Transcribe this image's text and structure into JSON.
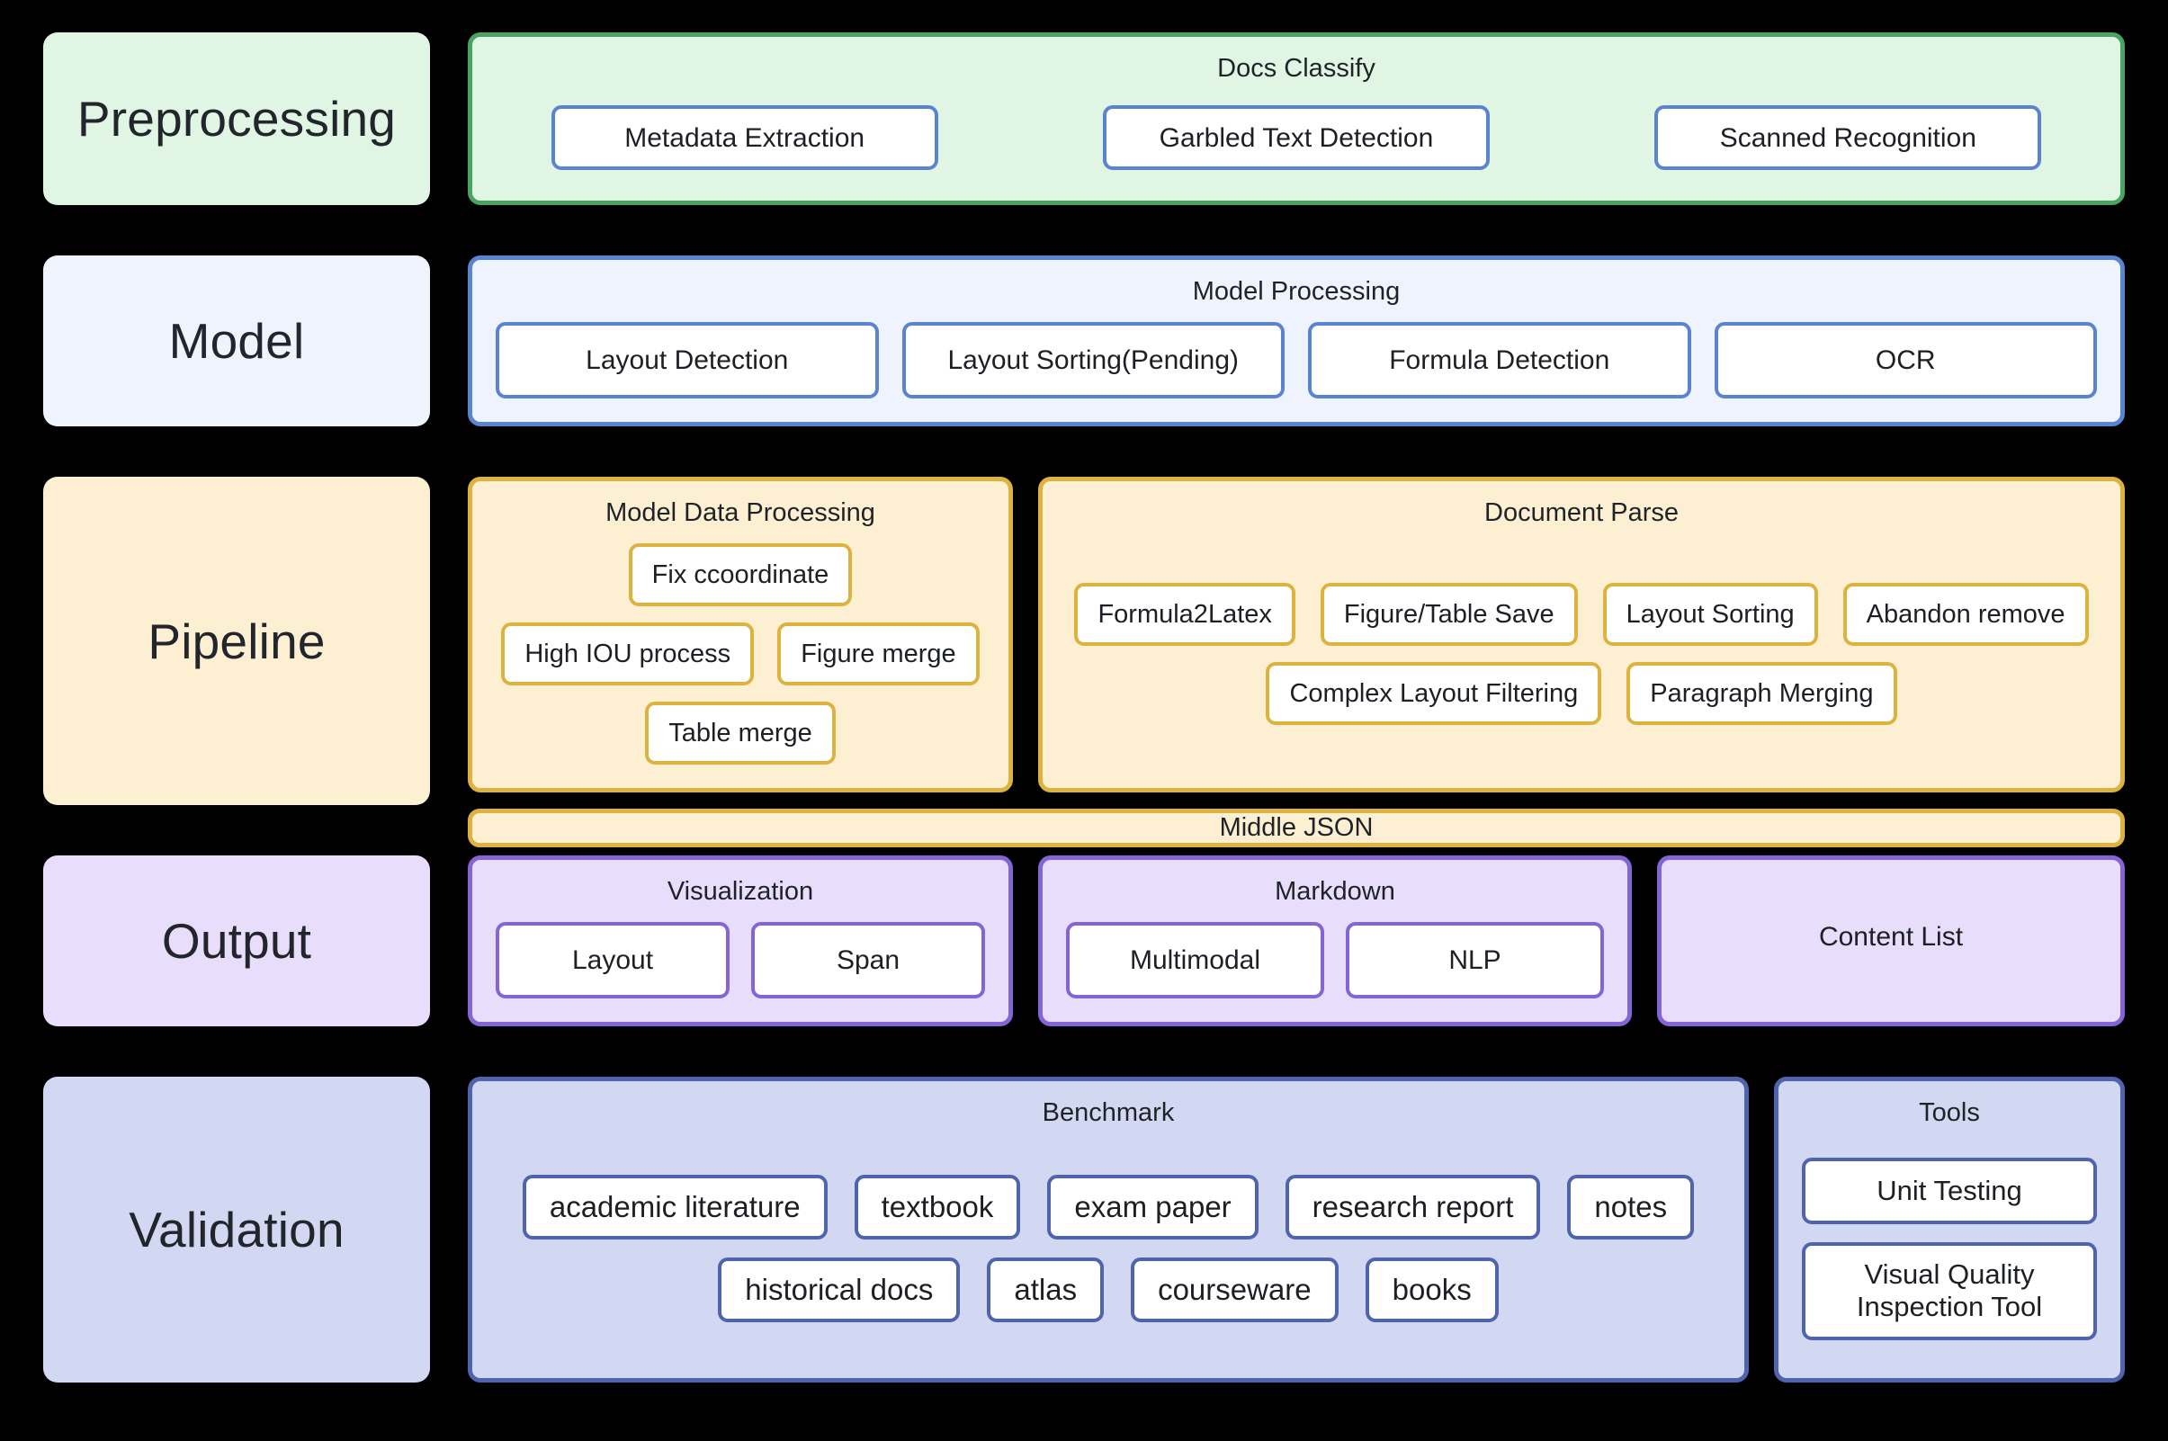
{
  "diagram": {
    "title": "Document Parsing Pipeline Architecture",
    "colors": {
      "preprocessing_fill": "#e0f5e4",
      "preprocessing_border": "#4aa360",
      "model_fill": "#eef3fd",
      "model_border": "#5b84d0",
      "pipeline_fill": "#fdf0d2",
      "pipeline_border": "#dcb33f",
      "output_fill": "#e8ddfb",
      "output_border": "#8564d6",
      "validation_fill": "#d2d8f2",
      "validation_border": "#5064ad",
      "background": "#000000",
      "chip_fill": "#ffffff"
    }
  },
  "stages": {
    "preprocessing": {
      "label": "Preprocessing",
      "group": {
        "title": "Docs Classify",
        "items": [
          "Metadata Extraction",
          "Garbled Text Detection",
          "Scanned Recognition"
        ]
      }
    },
    "model": {
      "label": "Model",
      "group": {
        "title": "Model Processing",
        "items": [
          "Layout Detection",
          "Layout Sorting(Pending)",
          "Formula Detection",
          "OCR"
        ]
      }
    },
    "pipeline": {
      "label": "Pipeline",
      "model_data_processing": {
        "title": "Model Data Processing",
        "items": [
          "Fix ccoordinate",
          "High IOU process",
          "Figure merge",
          "Table merge"
        ]
      },
      "document_parse": {
        "title": "Document Parse",
        "items": [
          "Formula2Latex",
          "Figure/Table Save",
          "Layout Sorting",
          "Abandon remove",
          "Complex Layout Filtering",
          "Paragraph Merging"
        ]
      },
      "middle_json": "Middle JSON"
    },
    "output": {
      "label": "Output",
      "visualization": {
        "title": "Visualization",
        "items": [
          "Layout",
          "Span"
        ]
      },
      "markdown": {
        "title": "Markdown",
        "items": [
          "Multimodal",
          "NLP"
        ]
      },
      "content_list": "Content List"
    },
    "validation": {
      "label": "Validation",
      "benchmark": {
        "title": "Benchmark",
        "row1": [
          "academic literature",
          "textbook",
          "exam paper",
          "research report"
        ],
        "row2": [
          "notes",
          "historical docs",
          "atlas",
          "courseware",
          "books"
        ]
      },
      "tools": {
        "title": "Tools",
        "items": [
          "Unit Testing",
          "Visual Quality Inspection Tool"
        ]
      }
    }
  }
}
